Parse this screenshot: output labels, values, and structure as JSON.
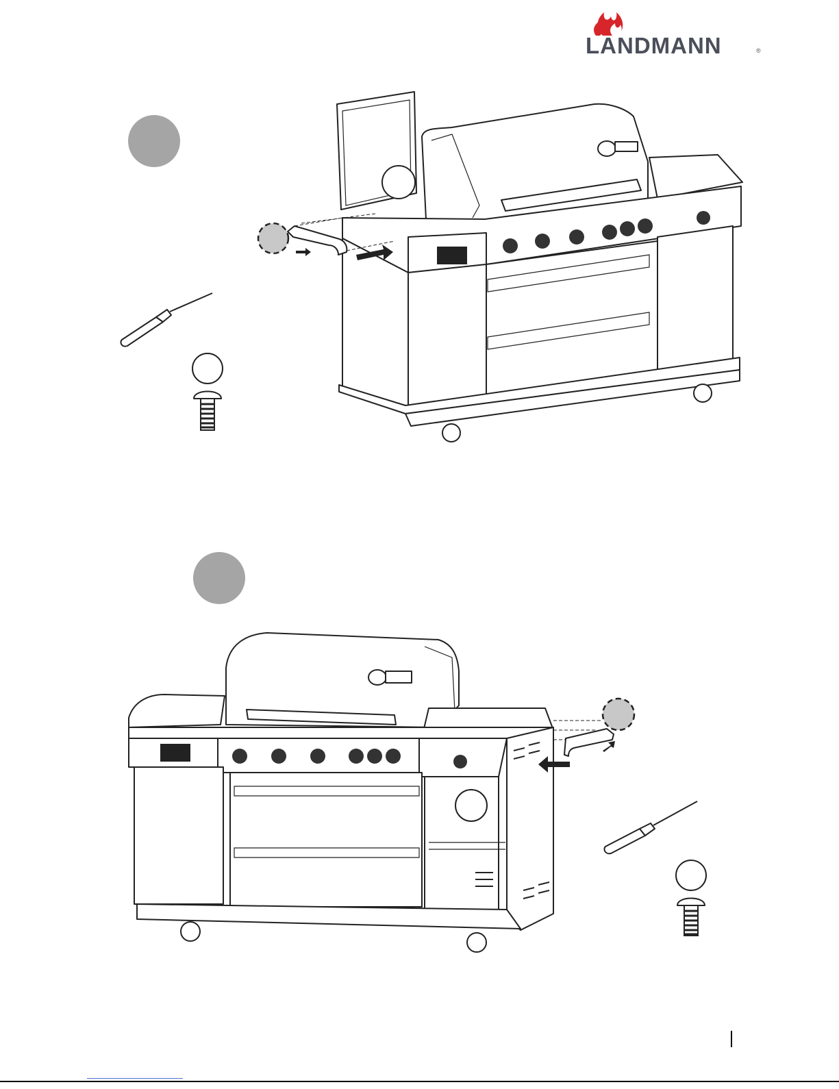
{
  "brand": {
    "name": "LANDMANN",
    "registered": "®",
    "flame_icon": "flame-icon",
    "primary_color": "#4a4f5a",
    "flame_color": "#d6262b"
  },
  "steps": [
    {
      "id": "step-1",
      "view": "left-side-handle"
    },
    {
      "id": "step-2",
      "view": "right-side-handle"
    }
  ],
  "colors": {
    "step_circle": "#a5a5a5",
    "line": "#222222"
  }
}
